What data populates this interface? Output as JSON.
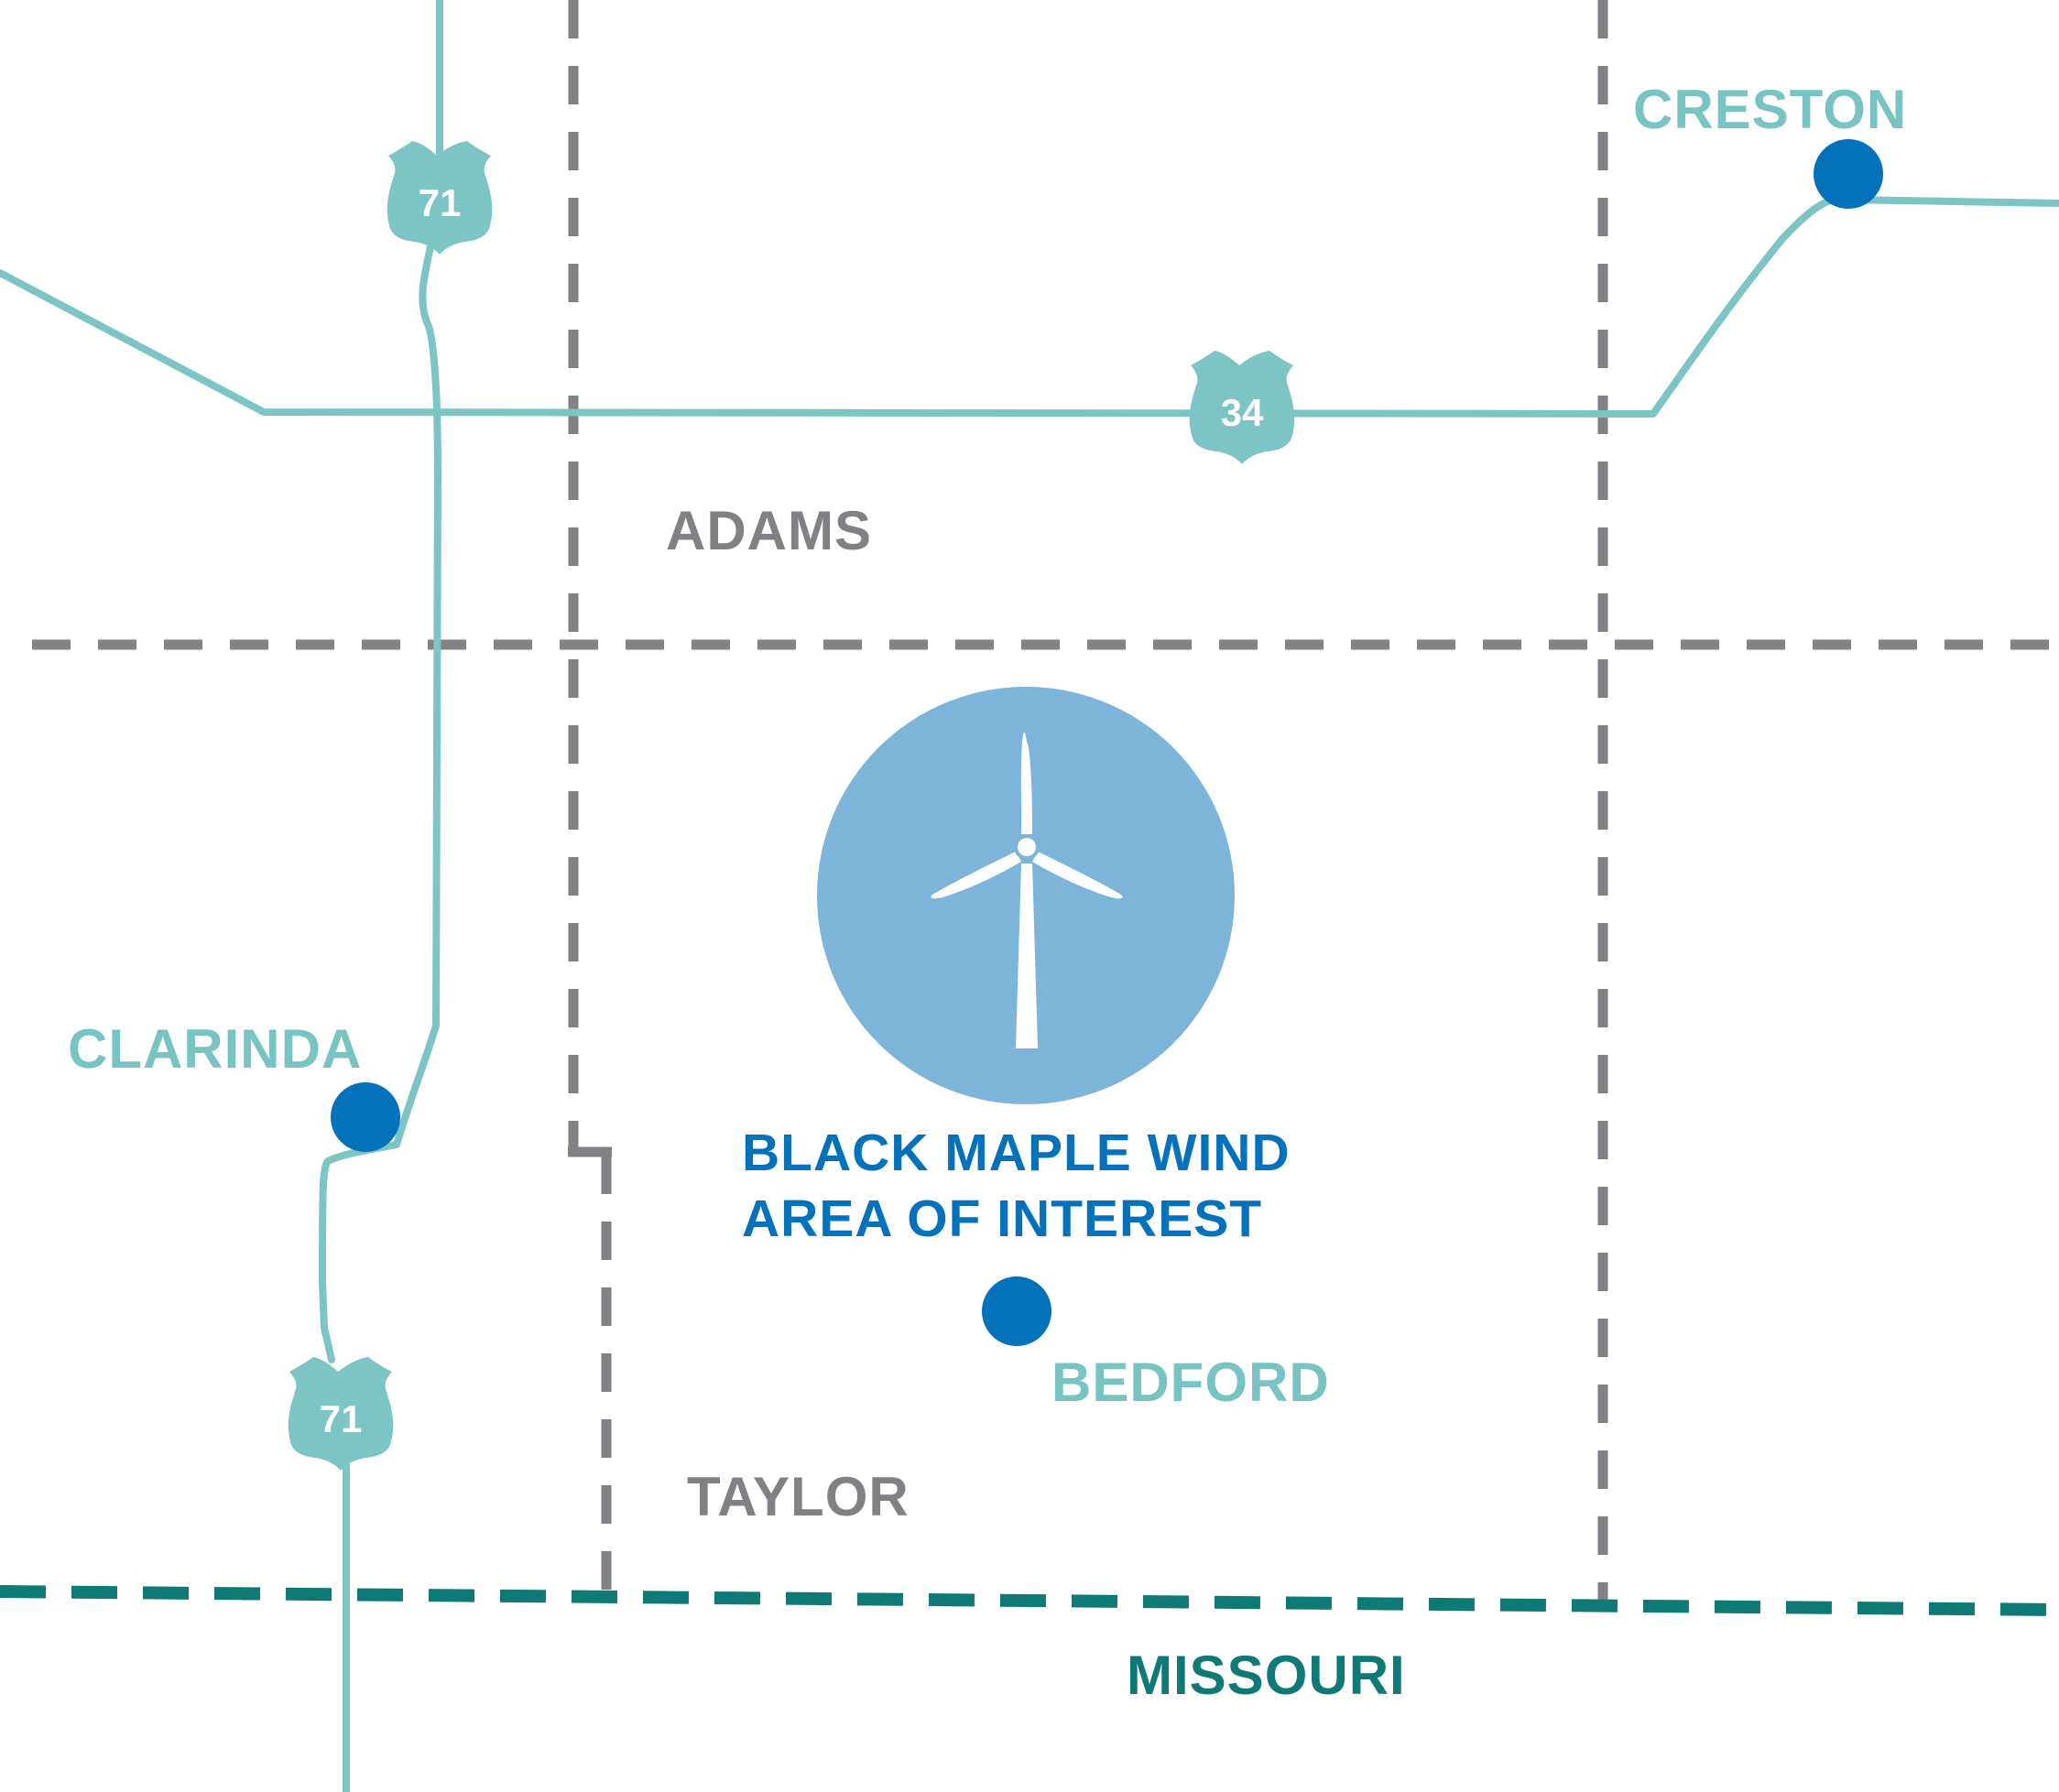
{
  "colors": {
    "road": "#7dc5c4",
    "county_border": "#818085",
    "state_border": "#0f7a75",
    "city_dot": "#0472bb",
    "city_label": "#77c4c2",
    "county_label": "#818085",
    "state_label": "#0f7a75",
    "aoi_circle": "#7db5da",
    "aoi_label": "#0472bb",
    "turbine": "#ffffff"
  },
  "cities": {
    "creston": "CRESTON",
    "clarinda": "CLARINDA",
    "bedford": "BEDFORD"
  },
  "counties": {
    "adams": "ADAMS",
    "taylor": "TAYLOR"
  },
  "state": {
    "missouri": "MISSOURI"
  },
  "highways": {
    "us71": "71",
    "us34": "34"
  },
  "area_of_interest": {
    "line1": "BLACK MAPLE WIND",
    "line2": "AREA OF INTEREST",
    "icon": "wind-turbine-icon"
  }
}
